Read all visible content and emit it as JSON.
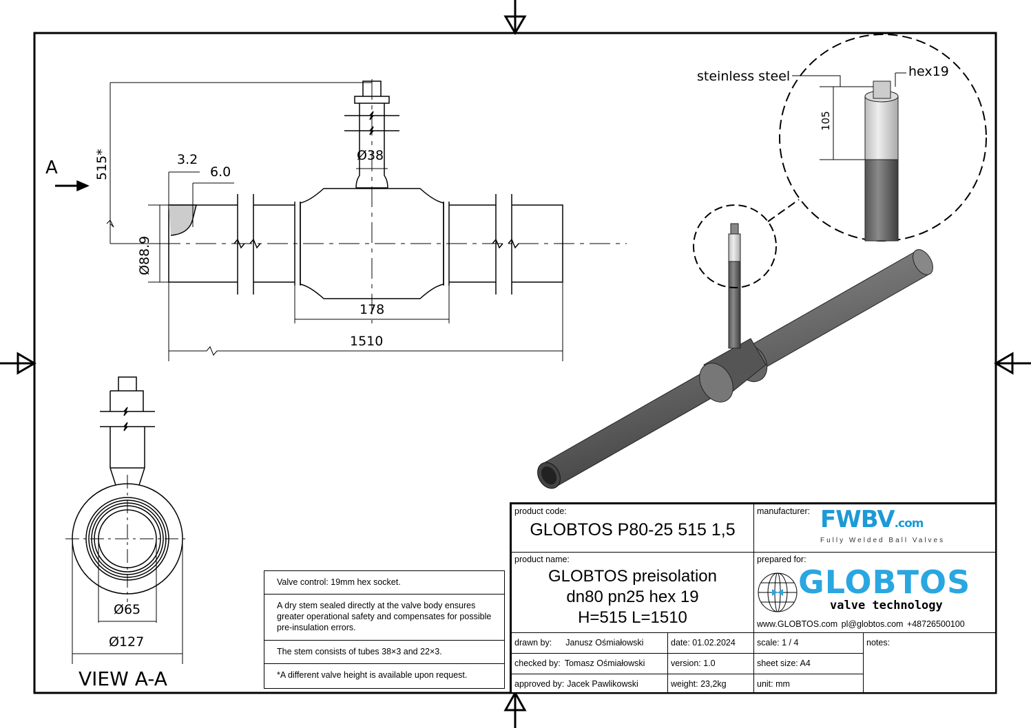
{
  "drawing": {
    "dimensions": {
      "height": "515*",
      "wall": "3.2",
      "bevel": "6.0",
      "stem_diameter": "Ø38",
      "pipe_diameter": "Ø88.9",
      "body_length": "178",
      "total_length": "1510",
      "inner_diameter": "Ø65",
      "outer_diameter": "Ø127",
      "stem_top": "105"
    },
    "section_marker": "A",
    "view_label": "VIEW A-A",
    "callouts": {
      "material": "steinless steel",
      "hex": "hex19"
    }
  },
  "notes_box": [
    "Valve control: 19mm hex socket.",
    "A dry stem sealed directly at the valve body ensures greater operational safety and compensates for possible pre-insulation errors.",
    "The stem consists of tubes 38×3 and 22×3.",
    "*A different valve height is available upon request."
  ],
  "title_block": {
    "product_code_label": "product code:",
    "product_code": "GLOBTOS P80-25 515 1,5",
    "manufacturer_label": "manufacturer:",
    "manufacturer_logo": "FWBV",
    "manufacturer_logo_suffix": ".com",
    "manufacturer_tagline": "Fully Welded Ball Valves",
    "product_name_label": "product name:",
    "product_name": [
      "GLOBTOS preisolation",
      "dn80 pn25 hex 19",
      "H=515 L=1510"
    ],
    "prepared_for_label": "prepared for:",
    "client_logo": "GLOBTOS",
    "client_tagline": "valve technology",
    "contact": "www.GLOBTOS.com   pl@globtos.com   +48726500100",
    "drawn_by_label": "drawn by:",
    "drawn_by": "Janusz Ośmiałowski",
    "checked_by_label": "checked by:",
    "checked_by": "Tomasz Ośmiałowski",
    "approved_by_label": "approved by:",
    "approved_by": "Jacek Pawlikowski",
    "date": "date: 01.02.2024",
    "version": "version:  1.0",
    "weight": "weight:  23,2kg",
    "scale": "scale: 1 / 4",
    "sheet_size": "sheet size:  A4",
    "unit": "unit:  mm",
    "notes_label": "notes:"
  },
  "colors": {
    "brand": "#2aa6e0",
    "steel": "#6e6e6e"
  }
}
